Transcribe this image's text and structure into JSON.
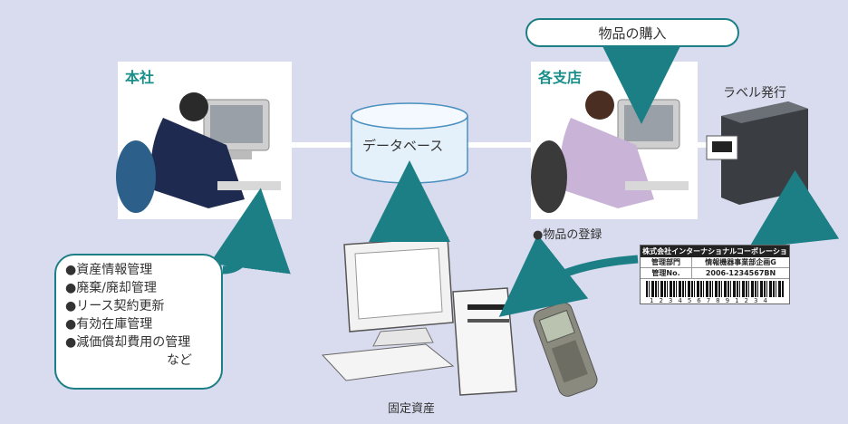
{
  "colors": {
    "background": "#d9dcee",
    "arrow": "#1d7f86",
    "accent_text": "#1a8f8a",
    "database_fill": "#e4f1fb"
  },
  "headquarters": {
    "title": "本社"
  },
  "branch": {
    "title": "各支店",
    "caption": "●物品の登録"
  },
  "database": {
    "label": "データベース"
  },
  "purchase": {
    "label": "物品の購入"
  },
  "label_printer": {
    "label": "ラベル発行"
  },
  "fixed_asset": {
    "label": "固定資産"
  },
  "functions": {
    "items": [
      "資産情報管理",
      "廃棄/廃却管理",
      "リース契約更新",
      "有効在庫管理",
      "減価償却費用の管理"
    ],
    "suffix": "など"
  },
  "asset_label": {
    "company": "株式会社インターナショナルコーポレーション",
    "dept_key": "管理部門",
    "dept_value": "情報機器事業部企画G",
    "no_key": "管理No.",
    "no_value": "2006-1234567BN",
    "barcode_digits": "1234567891234"
  },
  "icons": [
    "office-worker-icon",
    "desktop-pc-icon",
    "database-cylinder-icon",
    "label-printer-icon",
    "barcode-scanner-icon",
    "arrow-icon"
  ]
}
